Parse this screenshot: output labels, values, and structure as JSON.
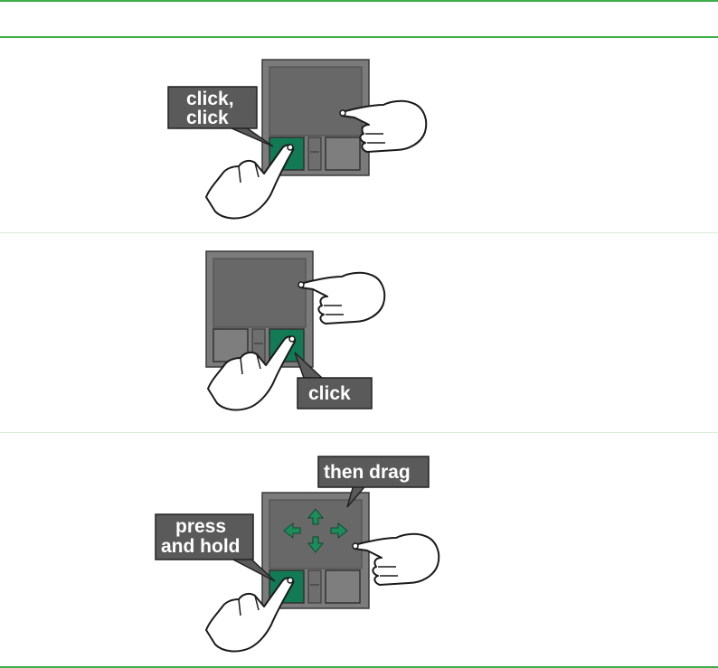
{
  "colors": {
    "rule_green": "#3fae49",
    "row_divider": "#d9ecd9",
    "touchpad_body": "#7b7b7b",
    "touchpad_pad": "#686868",
    "button_gray": "#7e7e7e",
    "button_active": "#127a55",
    "callout_fill": "#5a5a5a",
    "arrow_green": "#1e8b5a"
  },
  "rows": [
    {
      "callouts": [
        "click,",
        "click"
      ],
      "active_button": "left",
      "icons": [
        "touchpad-icon",
        "pointing-hand-icon",
        "clicking-hand-icon"
      ]
    },
    {
      "callouts": [
        "click"
      ],
      "active_button": "right",
      "icons": [
        "touchpad-icon",
        "pointing-hand-icon",
        "clicking-hand-icon"
      ]
    },
    {
      "callouts": [
        "press",
        "and hold",
        "then drag"
      ],
      "active_button": "left",
      "icons": [
        "touchpad-icon",
        "pointing-hand-icon",
        "clicking-hand-icon",
        "move-arrows-icon"
      ]
    }
  ]
}
